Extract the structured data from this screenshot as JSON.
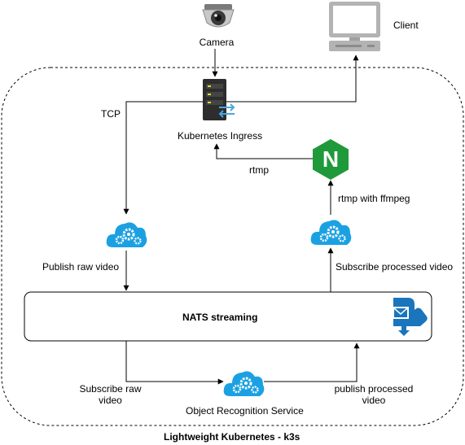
{
  "nodes": {
    "camera": {
      "label": "Camera"
    },
    "client": {
      "label": "Client"
    },
    "ingress": {
      "label": "Kubernetes Ingress"
    },
    "nginx": {
      "letter": "N",
      "color": "#1f9a3a"
    },
    "publisher": {
      "label": "Publish raw video"
    },
    "subscriber": {
      "label": "Subscribe processed video"
    },
    "nats": {
      "label": "NATS streaming"
    },
    "recognition": {
      "label": "Object Recognition Service"
    }
  },
  "edges": {
    "tcp": "TCP",
    "rtmp": "rtmp",
    "rtmp_ffmpeg": "rtmp with ffmpeg",
    "subscribe_raw_line1": "Subscribe raw",
    "subscribe_raw_line2": "video",
    "publish_processed_line1": "publish processed",
    "publish_processed_line2": "video"
  },
  "cluster": {
    "label": "Lightweight Kubernetes - k3s"
  },
  "colors": {
    "cloud": "#1ba1e2",
    "nats_icon": "#1a75bc",
    "server": "#2d2d2d",
    "server_led": "#d9e021",
    "sync_arrow": "#4aa7e0",
    "monitor": "#b3b3b3"
  }
}
